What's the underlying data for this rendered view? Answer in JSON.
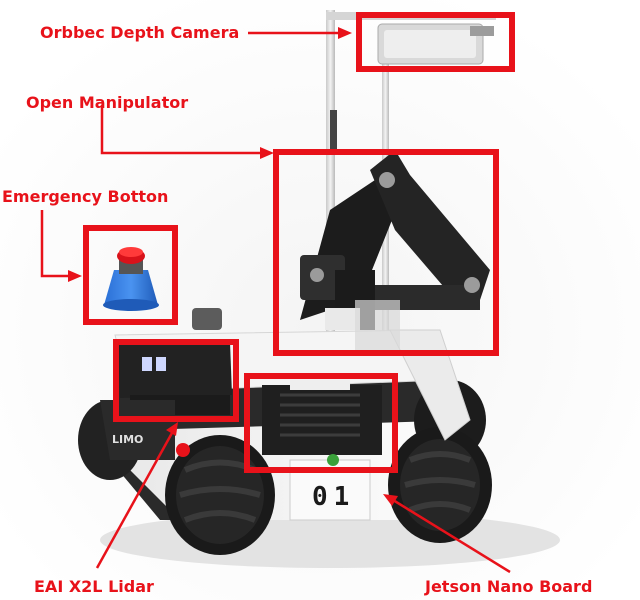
{
  "annotation_color": "#e8121a",
  "labels": {
    "depth_camera": "Orbbec Depth Camera",
    "manipulator": "Open Manipulator",
    "emergency_button": "Emergency Botton",
    "lidar": "EAI X2L Lidar",
    "jetson": "Jetson Nano Board"
  },
  "robot_markings": {
    "brand": "LIMO",
    "number": "01"
  }
}
